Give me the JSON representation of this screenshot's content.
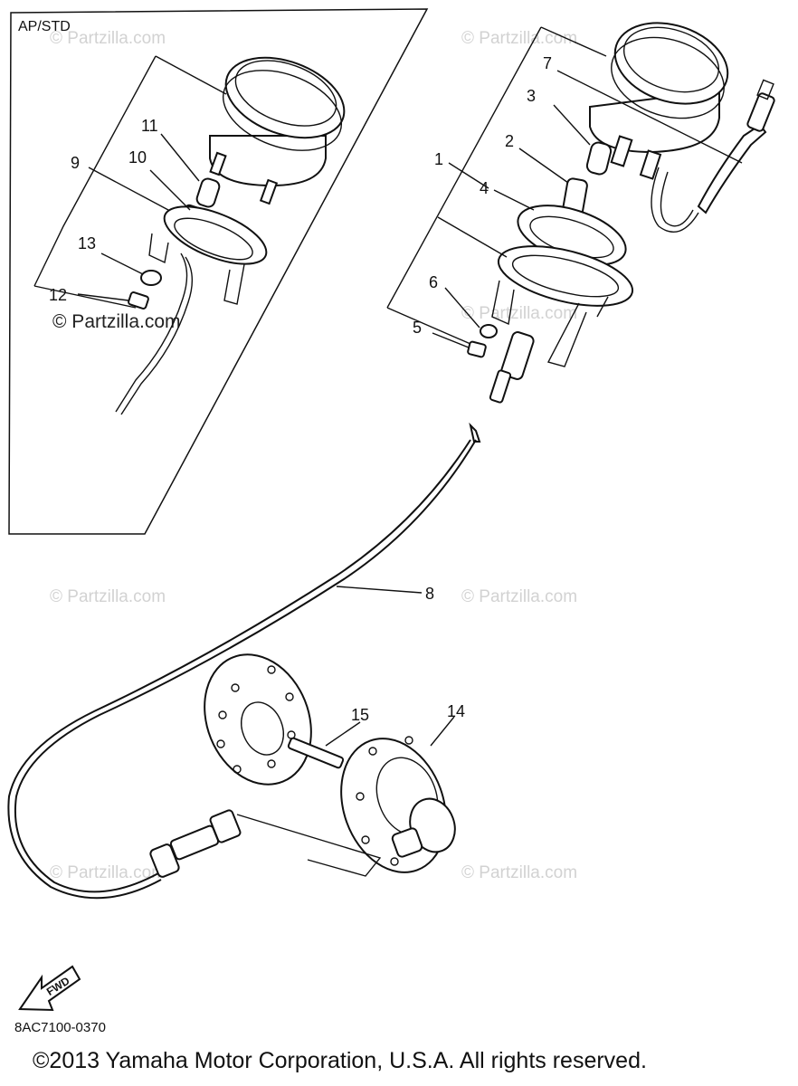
{
  "section_label": "AP/STD",
  "callouts": [
    "1",
    "2",
    "3",
    "4",
    "5",
    "6",
    "7",
    "8",
    "9",
    "10",
    "11",
    "12",
    "13",
    "14",
    "15"
  ],
  "watermark": {
    "text": "© Partzilla.com",
    "text_compact": "© Partzilla.com"
  },
  "fwd_label": "FWD",
  "diagram_code": "8AC7100-0370",
  "copyright": "©2013  Yamaha Motor Corporation, U.S.A. All rights reserved."
}
